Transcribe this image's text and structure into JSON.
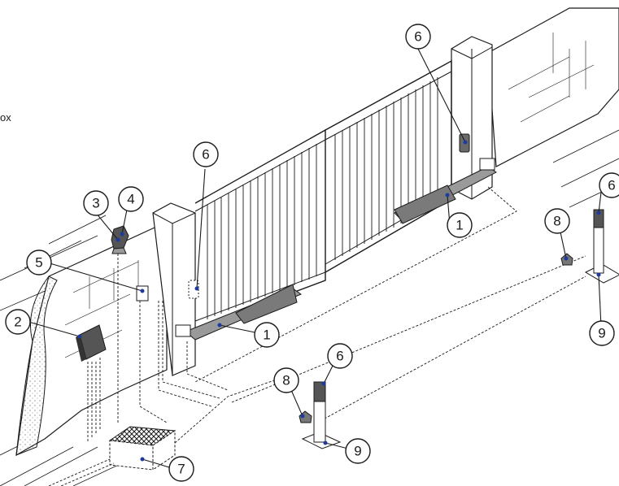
{
  "edge_text": "ox",
  "callouts": [
    {
      "label": "1",
      "component": "gate-operator"
    },
    {
      "label": "1",
      "component": "gate-operator"
    },
    {
      "label": "2",
      "component": "control-unit"
    },
    {
      "label": "3",
      "component": "flashing-light"
    },
    {
      "label": "4",
      "component": "antenna"
    },
    {
      "label": "5",
      "component": "key-selector"
    },
    {
      "label": "6",
      "component": "photocell"
    },
    {
      "label": "6",
      "component": "photocell"
    },
    {
      "label": "6",
      "component": "photocell"
    },
    {
      "label": "6",
      "component": "photocell"
    },
    {
      "label": "7",
      "component": "junction-box"
    },
    {
      "label": "8",
      "component": "mechanical-stop"
    },
    {
      "label": "8",
      "component": "mechanical-stop"
    },
    {
      "label": "9",
      "component": "post-base"
    },
    {
      "label": "9",
      "component": "post-base"
    }
  ],
  "colors": {
    "line": "#1a1a1a",
    "marker": "#1e3a9e",
    "shade": "#8a8a8a"
  }
}
